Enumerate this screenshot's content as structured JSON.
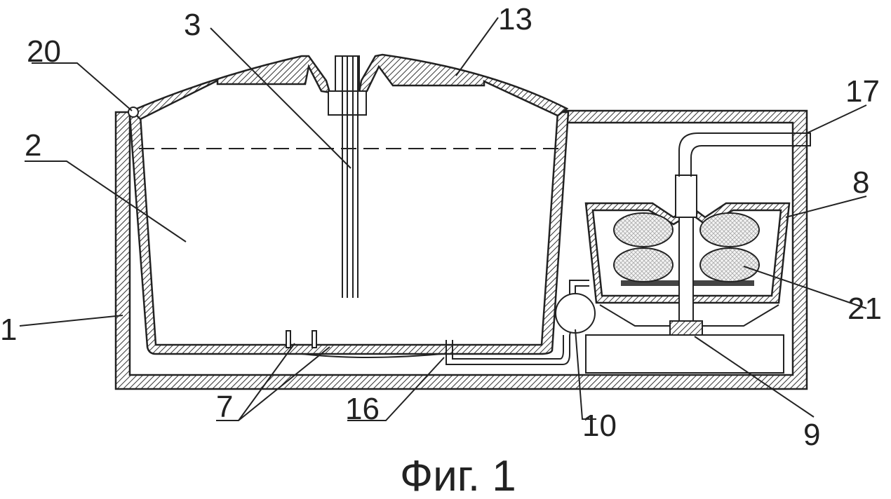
{
  "figure": {
    "caption": "Фиг. 1",
    "labels": {
      "housing": "1",
      "container": "2",
      "rod": "3",
      "contacts": "7",
      "motor_unit": "8",
      "base": "9",
      "pump": "10",
      "lid": "13",
      "tube": "16",
      "outlet_pipe": "17",
      "hinge": "20",
      "filter_elements": "21"
    }
  }
}
